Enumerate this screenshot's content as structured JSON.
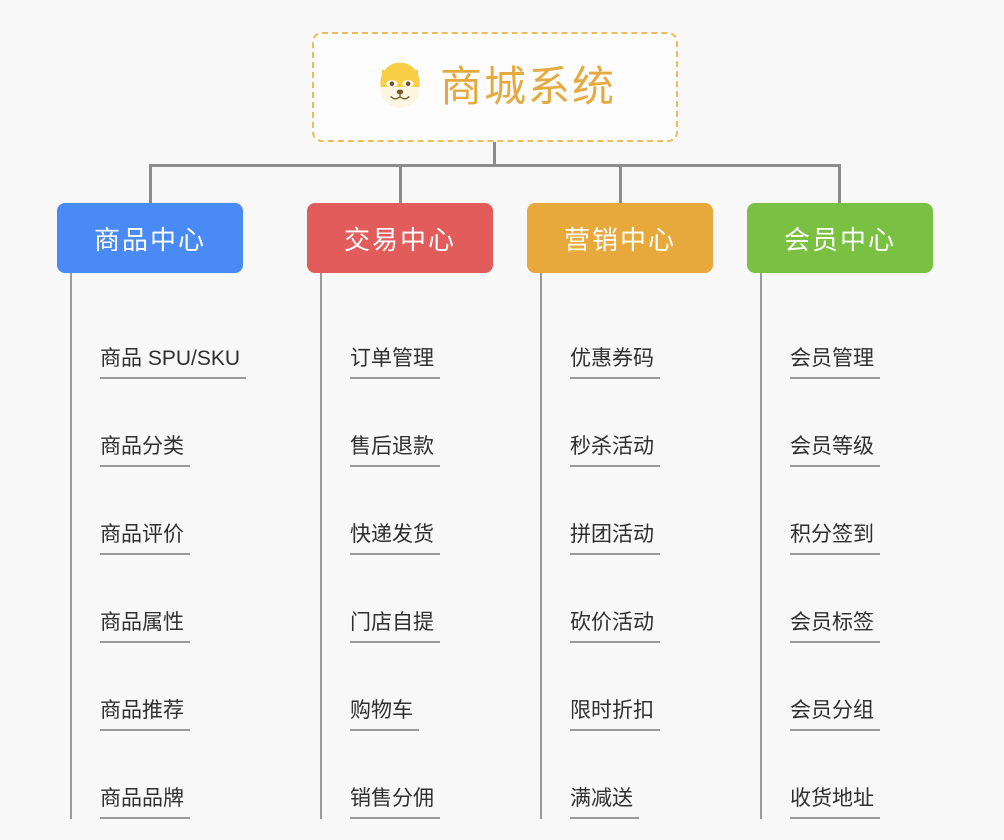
{
  "diagram": {
    "type": "org-chart",
    "background_color": "#f8f8f8",
    "connector_color": "#8c8c8c",
    "root": {
      "title": "商城系统",
      "icon": "shiba-dog-face-emoji",
      "text_color": "#e5a93f",
      "border_color": "#eebb5b",
      "border_style": "dashed",
      "background_color": "#fdfdfd"
    },
    "columns": [
      {
        "id": "product-center",
        "label": "商品中心",
        "color": "#4a8af4",
        "items": [
          "商品 SPU/SKU",
          "商品分类",
          "商品评价",
          "商品属性",
          "商品推荐",
          "商品品牌"
        ]
      },
      {
        "id": "trade-center",
        "label": "交易中心",
        "color": "#e25c5c",
        "items": [
          "订单管理",
          "售后退款",
          "快递发货",
          "门店自提",
          "购物车",
          "销售分佣"
        ]
      },
      {
        "id": "marketing-center",
        "label": "营销中心",
        "color": "#e8a93c",
        "items": [
          "优惠券码",
          "秒杀活动",
          "拼团活动",
          "砍价活动",
          "限时折扣",
          "满减送"
        ]
      },
      {
        "id": "member-center",
        "label": "会员中心",
        "color": "#7ac143",
        "items": [
          "会员管理",
          "会员等级",
          "积分签到",
          "会员标签",
          "会员分组",
          "收货地址"
        ]
      }
    ]
  }
}
